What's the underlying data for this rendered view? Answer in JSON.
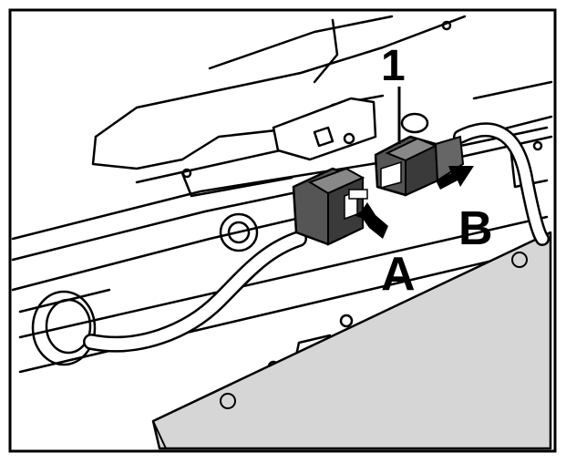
{
  "callouts": {
    "connector_number": "1",
    "release_label": "A",
    "separate_label": "B"
  },
  "colors": {
    "background": "#ffffff",
    "line": "#000000",
    "shaded_panel": "#d6d6d6",
    "connector": "#555555"
  }
}
